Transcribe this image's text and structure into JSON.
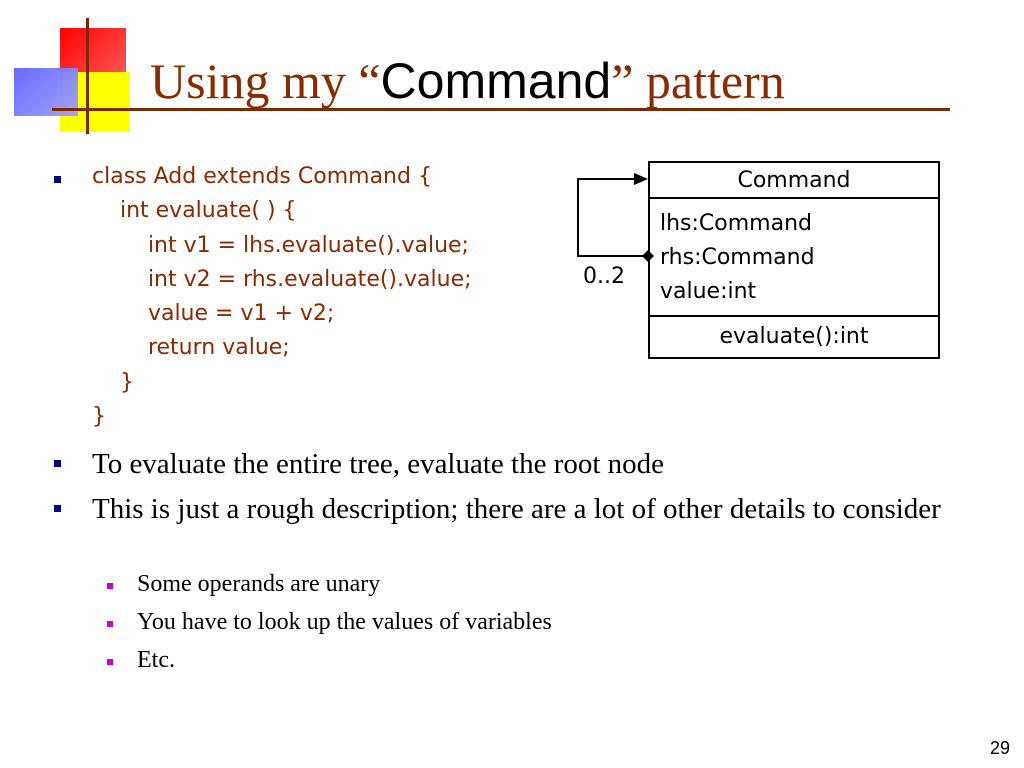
{
  "slide": {
    "title_prefix": "Using my “",
    "title_code": "Command",
    "title_suffix": "” pattern",
    "page_number": "29"
  },
  "code_lines": [
    "class Add extends Command {",
    "    int evaluate( ) {",
    "        int v1 = lhs.evaluate().value;",
    "        int v2 = rhs.evaluate().value;",
    "        value = v1 + v2;",
    "        return value;",
    "    }",
    "}"
  ],
  "bullets": [
    "To evaluate the entire tree, evaluate the root node",
    "This is just a rough description; there are a lot of other details to consider"
  ],
  "sub_bullets": [
    "Some operands are unary",
    "You have to look up the values of variables",
    "Etc."
  ],
  "uml": {
    "class_name": "Command",
    "attributes": [
      "lhs:Command",
      "rhs:Command",
      "value:int"
    ],
    "operation": "evaluate():int",
    "multiplicity": "0..2"
  },
  "colors": {
    "title": "#8b2a00",
    "code": "#8b2a00",
    "bullet_level1": "#000080",
    "bullet_level2": "#cc00cc",
    "accent_red": "#ff0000",
    "accent_yellow": "#ffff00",
    "accent_blue": "#6060ff"
  }
}
